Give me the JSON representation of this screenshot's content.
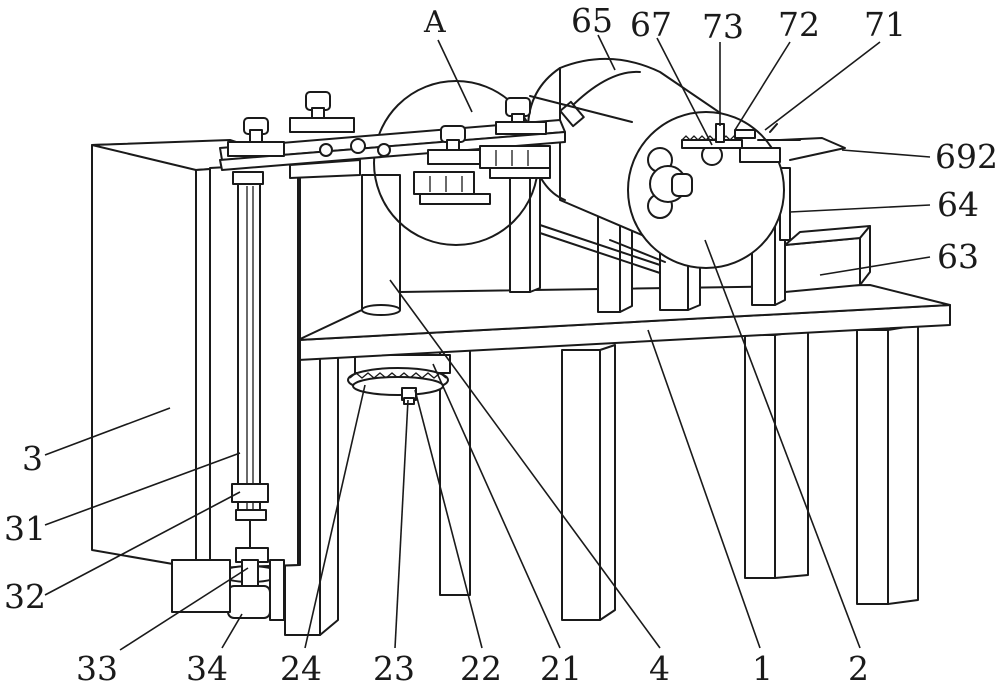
{
  "labels": {
    "A": "A",
    "l65": "65",
    "l67": "67",
    "l73": "73",
    "l72": "72",
    "l71": "71",
    "l692": "692",
    "l64": "64",
    "l63": "63",
    "l3": "3",
    "l31": "31",
    "l32": "32",
    "l33": "33",
    "l34": "34",
    "l24": "24",
    "l23": "23",
    "l22": "22",
    "l21": "21",
    "l4": "4",
    "l1": "1",
    "l2": "2"
  }
}
